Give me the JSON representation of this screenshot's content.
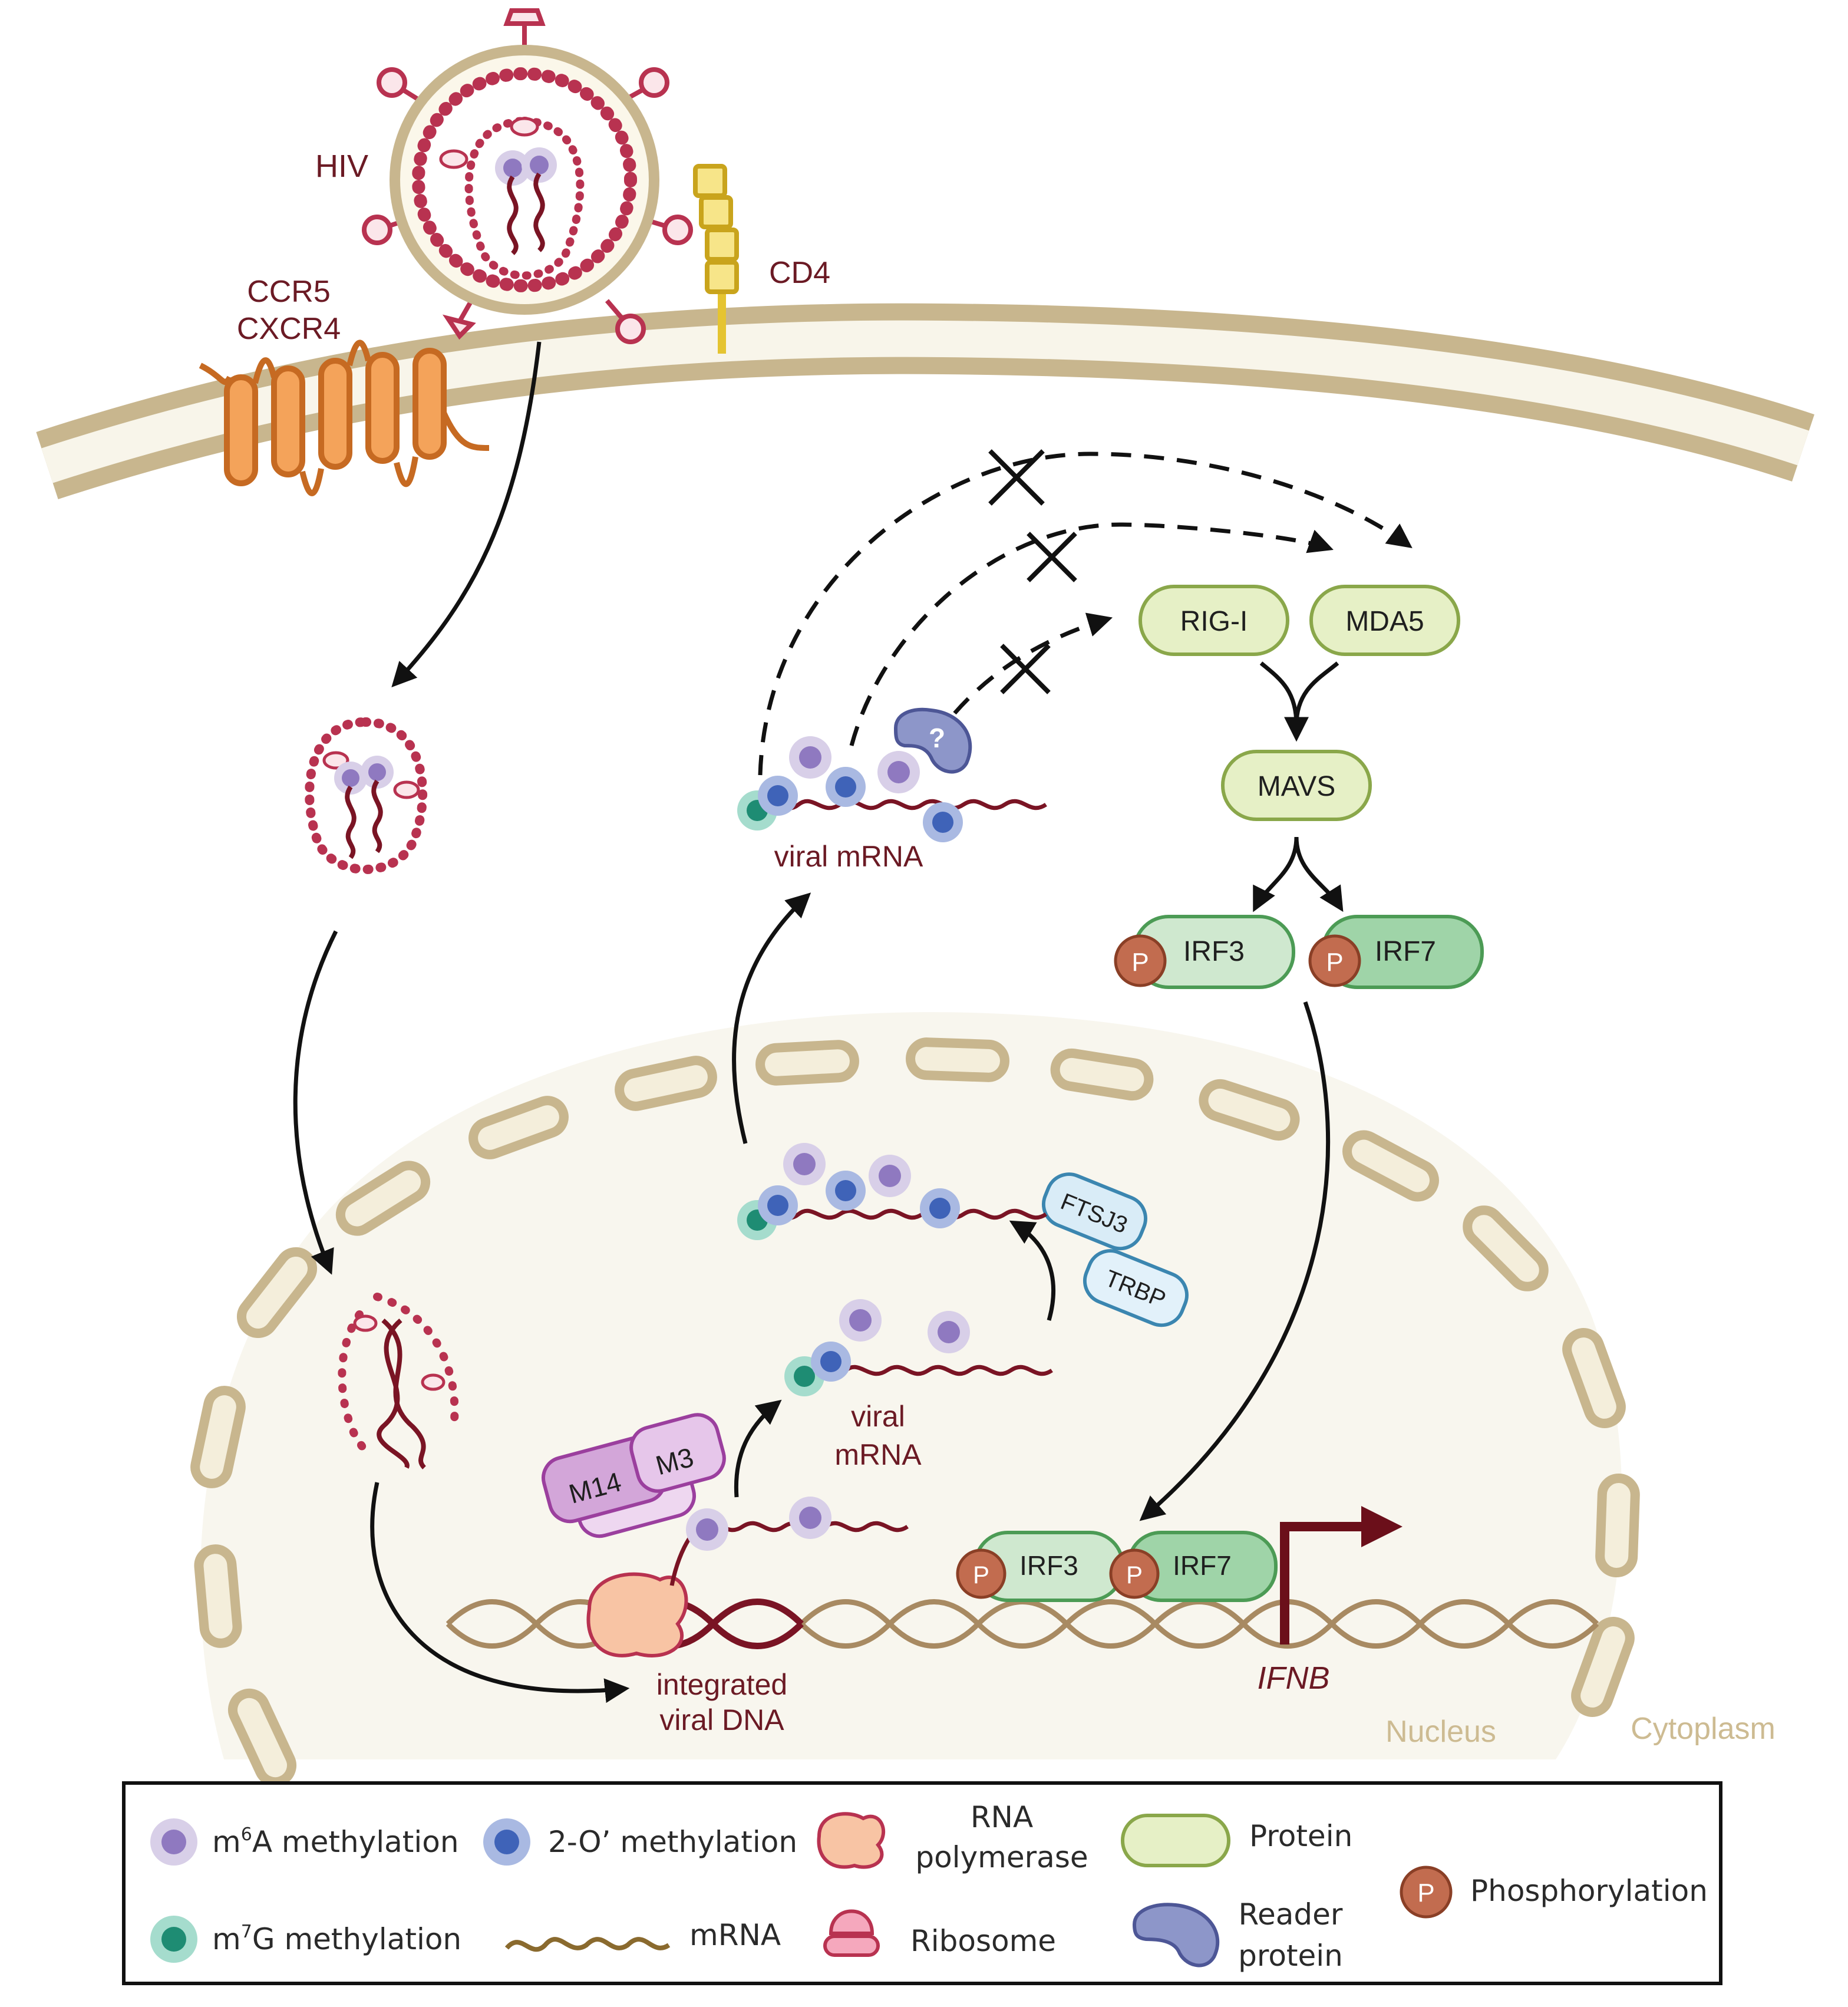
{
  "labels": {
    "hiv": "HIV",
    "ccr5": "CCR5",
    "cxcr4": "CXCR4",
    "cd4": "CD4",
    "rigi": "RIG-I",
    "mda5": "MDA5",
    "mavs": "MAVS",
    "irf3_cyto": "IRF3",
    "irf7_cyto": "IRF7",
    "irf3_nuc": "IRF3",
    "irf7_nuc": "IRF7",
    "phospho": "P",
    "viral_mrna_cyto": "viral mRNA",
    "viral_mrna_nuc_1": "viral",
    "viral_mrna_nuc_2": "mRNA",
    "reader_question": "?",
    "ftsj3": "FTSJ3",
    "trbp": "TRBP",
    "m14": "M14",
    "m3": "M3",
    "integrated_1": "integrated",
    "integrated_2": "viral DNA",
    "ifnb": "IFNB",
    "nucleus": "Nucleus",
    "cytoplasm": "Cytoplasm"
  },
  "legend": {
    "m6a_pre": "m",
    "m6a_sup": "6",
    "m6a_post": "A methylation",
    "o2_methyl": "2-O’ methylation",
    "rnapol_1": "RNA",
    "rnapol_2": "polymerase",
    "protein": "Protein",
    "phospho": "Phosphorylation",
    "phospho_symbol": "P",
    "m7g_pre": "m",
    "m7g_sup": "7",
    "m7g_post": "G methylation",
    "mrna": "mRNA",
    "ribosome": "Ribosome",
    "reader_1": "Reader",
    "reader_2": "protein"
  },
  "colors": {
    "membrane": "#c8b68e",
    "membrane_inner": "#f6f3e8",
    "nucleus_fill": "#f8f6ee",
    "virus_red": "#b83250",
    "dark_red": "#7a1424",
    "m6a": "#8f79c0",
    "m6a_halo": "#d8cfe8",
    "o2": "#3f63b8",
    "o2_halo": "#a9b9e2",
    "m7g": "#1e8c73",
    "m7g_halo": "#a5dccd",
    "protein_fill": "#e6f0c6",
    "protein_stroke": "#8aa74a",
    "irf_fill": "#cfe8cf",
    "irf7_fill": "#9fd4a8",
    "irf_stroke": "#4c9b55",
    "phospho": "#c26c4f",
    "cd4": "#e5c431",
    "ccr5": "#f29a4a",
    "rnapol": "#f8c4a4",
    "methyltransferase": "#d3a6d9",
    "ftsj3": "#d9ecf7",
    "reader": "#8d96c9"
  }
}
